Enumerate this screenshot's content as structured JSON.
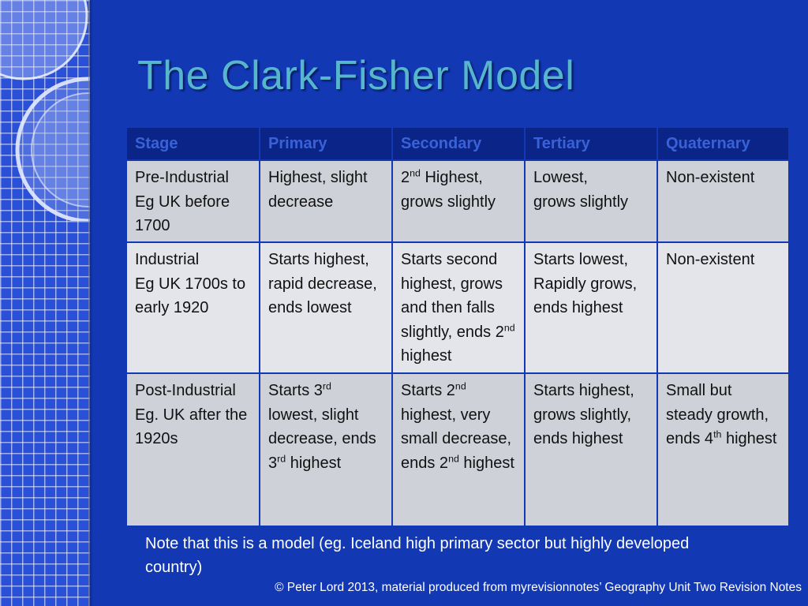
{
  "slide": {
    "title": "The Clark-Fisher Model",
    "note": "Note that this is a model (eg. Iceland high primary sector but highly developed country)",
    "copyright": "© Peter Lord 2013, material produced from myrevisionnotes’ Geography Unit Two Revision Notes"
  },
  "table": {
    "headers": [
      "Stage",
      "Primary",
      "Secondary",
      "Tertiary",
      "Quaternary"
    ],
    "rows": [
      [
        "Pre-Industrial\nEg UK before 1700",
        "Highest, slight decrease",
        "2nd Highest, grows slightly",
        "Lowest,\ngrows slightly",
        "Non-existent"
      ],
      [
        "Industrial\nEg UK 1700s to early 1920",
        "Starts highest, rapid decrease, ends lowest",
        "Starts second highest, grows and then falls slightly, ends 2nd highest",
        "Starts lowest, Rapidly grows, ends highest",
        "Non-existent"
      ],
      [
        "Post-Industrial\nEg. UK after the 1920s",
        "Starts 3rd lowest, slight decrease, ends 3rd highest",
        "Starts 2nd highest, very small decrease, ends 2nd highest",
        "Starts highest, grows slightly, ends highest",
        "Small but steady growth, ends 4th highest"
      ]
    ]
  },
  "colors": {
    "background": "#1238b4",
    "title": "#56b6cc",
    "header_bg": "#0b2488",
    "header_text": "#3a62d8",
    "row_light": "#e4e5ea",
    "row_dark": "#cfd1d8"
  }
}
